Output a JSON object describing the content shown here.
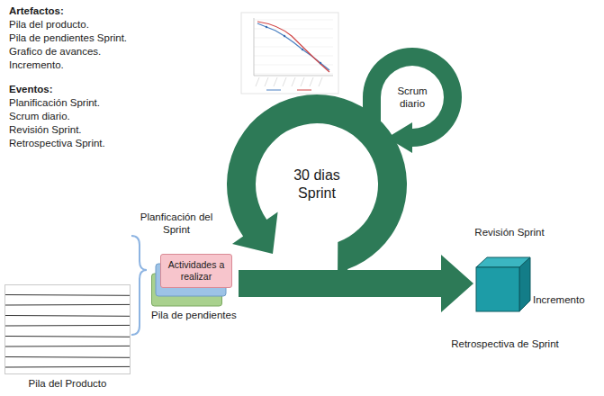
{
  "diagram": {
    "nodes": [
      {
        "text": [
          "Pila del Producto"
        ]
      },
      {
        "text": [
          "Pila de pendientes"
        ]
      },
      {
        "text": [
          "Actividades a realizar"
        ],
        "in": 1
      },
      {
        "text": [
          "Incremento"
        ]
      }
    ],
    "edges": [
      {
        "from": 1,
        "to": 3,
        "arrow": "to"
      }
    ],
    "labels": [
      "Artefactos:",
      "Pila del producto.",
      "Pila de pendientes Sprint.",
      "Grafico de avances.",
      "Incremento.",
      "Eventos:",
      "Planificación Sprint.",
      "Scrum diario.",
      "Revisión Sprint.",
      "Retrospectiva Sprint.",
      "Scrum diario",
      "30 dias Sprint",
      "Planficación del Sprint",
      "Revisión Sprint",
      "Retrospectiva de Sprint"
    ]
  }
}
